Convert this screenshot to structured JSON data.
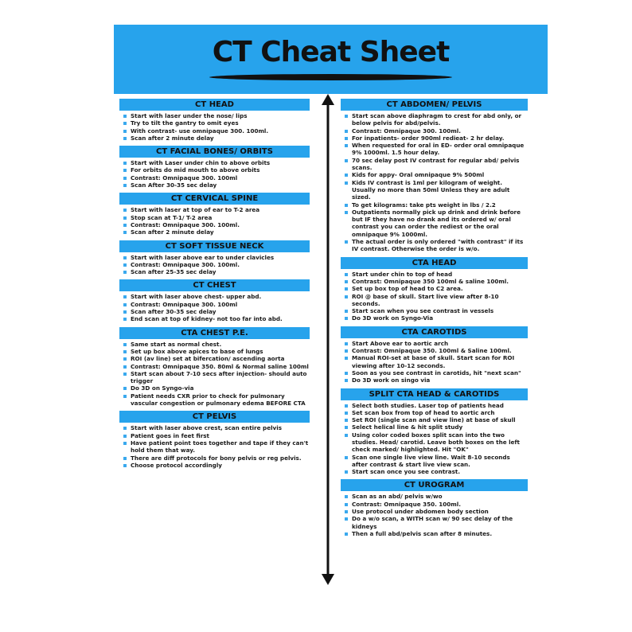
{
  "title": "CT Cheat Sheet",
  "left": [
    {
      "heading": "CT HEAD",
      "items": [
        "Start with laser under the nose/ lips",
        "Try to tilt the gantry to omit eyes",
        "With contrast- use omnipaque 300. 100ml.",
        "Scan after 2 minute delay"
      ]
    },
    {
      "heading": "CT FACIAL BONES/ ORBITS",
      "items": [
        "Start with Laser under chin to above orbits",
        "For orbits do mid mouth to above orbits",
        "Contrast: Omnipaque 300. 100ml",
        "Scan After 30-35 sec delay"
      ]
    },
    {
      "heading": "CT CERVICAL SPINE",
      "items": [
        "Start with laser at top of ear to T-2 area",
        "Stop scan at T-1/ T-2 area",
        "Contrast: Omnipaque 300. 100ml.",
        "Scan after 2 minute delay"
      ]
    },
    {
      "heading": "CT SOFT TISSUE NECK",
      "items": [
        "Start with laser above ear to under clavicles",
        "Contrast: Omnipaque 300. 100ml.",
        "Scan after 25-35 sec delay"
      ]
    },
    {
      "heading": "CT CHEST",
      "items": [
        "Start with laser above chest- upper abd.",
        "Contrast: Omnipaque 300. 100ml",
        "Scan after 30-35 sec delay",
        "End scan at top of kidney- not too far into abd."
      ]
    },
    {
      "heading": "CTA CHEST P.E.",
      "items": [
        "Same start as normal chest.",
        "Set up box above apices to base of lungs",
        "ROI (av line) set at bifercation/ ascending aorta",
        "Contrast: Omnipaque 350. 80ml & Normal saline 100ml",
        "Start scan about 7-10 secs after injection- should auto trigger",
        "Do 3D on Syngo-via",
        "Patient needs CXR prior to check for pulmonary vascular congestion or pulmonary edema BEFORE CTA"
      ]
    },
    {
      "heading": "CT PELVIS",
      "items": [
        "Start with laser above crest, scan entire pelvis",
        "Patient goes in feet first",
        "Have patient point toes together and tape if they can't hold them that way.",
        "There are diff protocols for bony pelvis or reg pelvis.",
        "Choose protocol accordingly"
      ]
    }
  ],
  "right": [
    {
      "heading": "CT ABDOMEN/ PELVIS",
      "items": [
        "Start scan above diaphragm to crest for abd only, or below pelvis for abd/pelvis.",
        "Contrast: Omnipaque 300. 100ml.",
        "For inpatients- order 900ml redieat- 2 hr delay.",
        "When requested for oral in ED- order oral omnipaque 9% 1000ml. 1.5 hour delay.",
        "70 sec delay post IV contrast for regular abd/ pelvis scans.",
        "Kids for appy- Oral omnipaque 9% 500ml",
        "Kids IV contrast is 1ml per kilogram of weight. Usually no more than 50ml Unless they are adult sized.",
        "To get kilograms: take pts weight in lbs / 2.2",
        "Outpatients normally pick up drink and drink before but IF they have no drank and its ordered w/ oral contrast you can order the rediest or the oral omnipaque 9% 1000ml.",
        "The actual order is only ordered \"with contrast\" if its IV contrast. Otherwise the order is w/o."
      ]
    },
    {
      "heading": "CTA HEAD",
      "items": [
        "Start under chin to top of head",
        "Contrast: Omnipaque 350 100ml & saline 100ml.",
        "Set up box top of head to C2 area.",
        "ROI @ base of skull. Start live view after 8-10 seconds.",
        "Start scan when you see contrast in vessels",
        "Do 3D work on Syngo-Via"
      ]
    },
    {
      "heading": "CTA CAROTIDS",
      "items": [
        "Start Above ear to aortic arch",
        "Contrast: Omnipaque 350. 100ml & Saline 100ml.",
        "Manual ROI-set at base of skull. Start scan for ROI viewing after 10-12 seconds.",
        "Soon as you see contrast in carotids, hit \"next scan\"",
        "Do 3D work on singo via"
      ]
    },
    {
      "heading": "SPLIT CTA HEAD & CAROTIDS",
      "items": [
        "Select both studies. Laser top of patients head",
        "Set scan box from top of head to aortic arch",
        "Set ROI (single scan and view line) at base of skull",
        "Select helical line & hit split study",
        "Using color coded boxes split scan into the two studies. Head/ carotid. Leave both boxes on the left check marked/ highlighted. Hit \"OK\"",
        "Scan one single live view line. Wait 8-10 seconds after contrast & start live view scan.",
        "Start scan once you see contrast."
      ]
    },
    {
      "heading": "CT UROGRAM",
      "items": [
        "Scan as an abd/ pelvis w/wo",
        "Contrast: Omnipaque 350. 100ml.",
        "Use protocol under abdomen body section",
        "Do a w/o scan, a WITH scan w/ 90 sec delay of the kidneys",
        "Then a full abd/pelvis scan after 8 minutes."
      ]
    }
  ]
}
